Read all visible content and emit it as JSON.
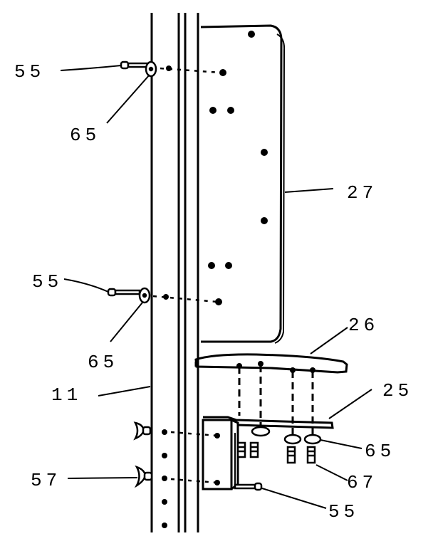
{
  "colors": {
    "ink": "#000000",
    "paper": "#ffffff"
  },
  "labels": {
    "l55_top": "55",
    "l65_top": "65",
    "l27": "27",
    "l55_mid": "55",
    "l65_mid": "65",
    "l26": "26",
    "l11": "11",
    "l25": "25",
    "l65_bot": "65",
    "l57": "57",
    "l67": "67",
    "l55_bot": "55"
  }
}
